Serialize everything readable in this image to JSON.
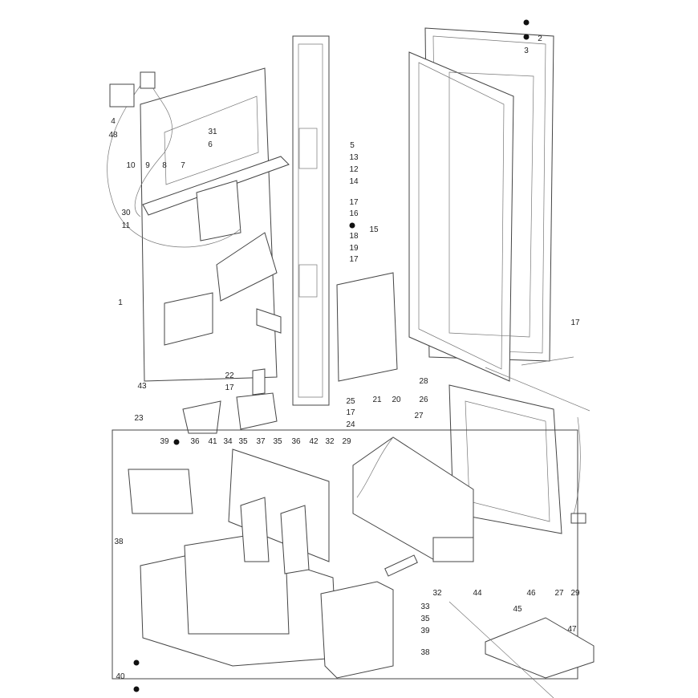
{
  "diagram": {
    "title": "Exploded parts view",
    "callouts": [
      "2",
      "3",
      "4",
      "48",
      "5",
      "31",
      "6",
      "7",
      "8",
      "9",
      "10",
      "13",
      "12",
      "14",
      "17",
      "16",
      "18",
      "19",
      "17",
      "15",
      "30",
      "11",
      "1",
      "43",
      "22",
      "17",
      "23",
      "25",
      "17",
      "24",
      "21",
      "20",
      "17",
      "28",
      "26",
      "27",
      "39",
      "36",
      "41",
      "34",
      "35",
      "37",
      "35",
      "36",
      "42",
      "32",
      "29",
      "38",
      "33",
      "35",
      "39",
      "38",
      "32",
      "44",
      "46",
      "27",
      "29",
      "45",
      "47",
      "40"
    ],
    "marker_dots": 6
  }
}
